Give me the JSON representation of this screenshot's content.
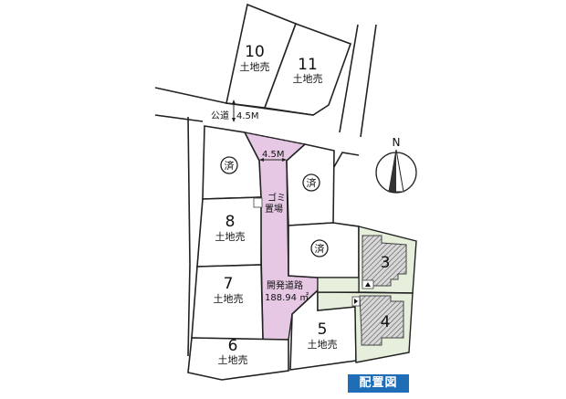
{
  "title_badge": "配置図",
  "compass": {
    "label": "N"
  },
  "public_road": {
    "label": "公道",
    "width": "4.5M"
  },
  "dev_road": {
    "label": "開発道路",
    "area": "188.94 ㎡",
    "entrance_width": "4.5M"
  },
  "garbage": {
    "line1": "ゴミ",
    "line2": "置場"
  },
  "lots": [
    {
      "id": "10",
      "status": "土地売"
    },
    {
      "id": "11",
      "status": "土地売"
    },
    {
      "id": "8",
      "status": "土地売"
    },
    {
      "id": "7",
      "status": "土地売"
    },
    {
      "id": "6",
      "status": "土地売"
    },
    {
      "id": "5",
      "status": "土地売"
    },
    {
      "id": "3",
      "status": ""
    },
    {
      "id": "4",
      "status": ""
    }
  ],
  "sold_mark": "済",
  "colors": {
    "dev_road": "#e6c8e4",
    "green_lot": "#e6eedc",
    "badge": "#1e6db6"
  }
}
